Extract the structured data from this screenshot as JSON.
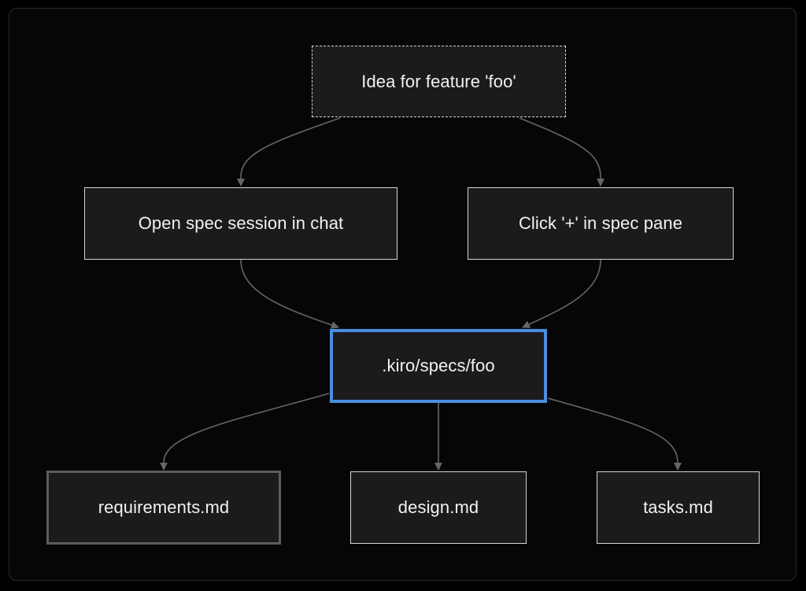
{
  "diagram": {
    "nodes": {
      "idea": {
        "label": "Idea for feature 'foo'"
      },
      "chat": {
        "label": "Open spec session in chat"
      },
      "pane": {
        "label": "Click '+' in spec pane"
      },
      "specs": {
        "label": ".kiro/specs/foo"
      },
      "requirements": {
        "label": "requirements.md"
      },
      "design": {
        "label": "design.md"
      },
      "tasks": {
        "label": "tasks.md"
      }
    },
    "edges": [
      {
        "from": "idea",
        "to": "chat"
      },
      {
        "from": "idea",
        "to": "pane"
      },
      {
        "from": "chat",
        "to": "specs"
      },
      {
        "from": "pane",
        "to": "specs"
      },
      {
        "from": "specs",
        "to": "requirements"
      },
      {
        "from": "specs",
        "to": "design"
      },
      {
        "from": "specs",
        "to": "tasks"
      }
    ],
    "colors": {
      "background": "#060606",
      "node_fill": "#1b1b1e",
      "node_border": "#d6d6d8",
      "highlight_border": "#4a8de0",
      "muted_border": "#5c5c5f",
      "edge": "#66666a",
      "text": "#f2f2f2"
    }
  }
}
